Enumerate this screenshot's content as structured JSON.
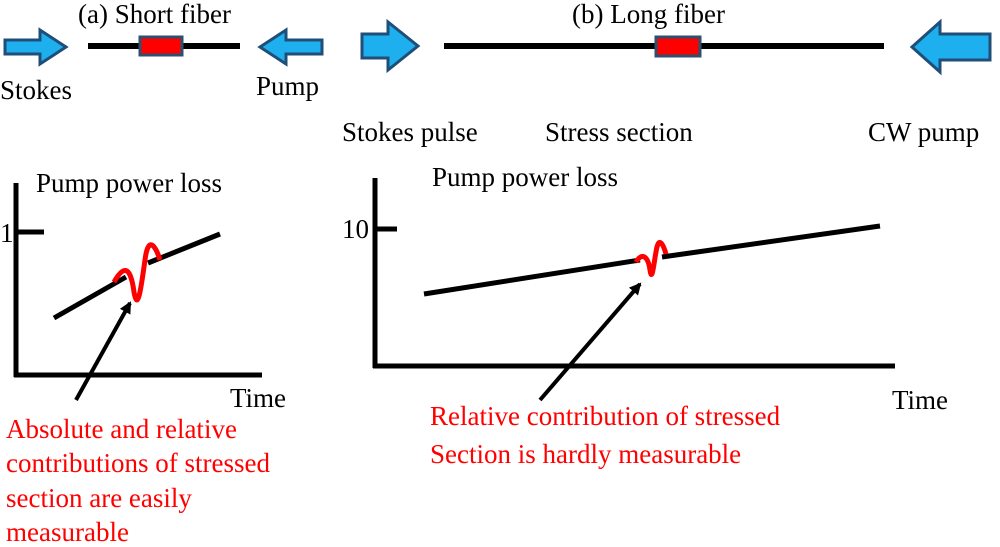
{
  "colors": {
    "arrow_fill": "#1EB0EE",
    "arrow_edge": "#1F4E79",
    "stress_fill": "#FF0000",
    "stress_edge": "#2F4F6F",
    "curve": "#FF0000",
    "line": "#000000",
    "note_text": "#FF0000"
  },
  "panel_a": {
    "title": "(a)  Short fiber",
    "stokes_label": "Stokes",
    "pump_label": "Pump",
    "ylabel": "Pump power loss",
    "y_tick": "1",
    "xlabel": "Time",
    "note": [
      "Absolute and relative",
      "contributions of stressed",
      "section are easily",
      "measurable"
    ]
  },
  "panel_b": {
    "title": "(b) Long fiber",
    "stokes_label": "Stokes pulse",
    "stress_label": "Stress section",
    "pump_label": "CW pump",
    "ylabel": "Pump power loss",
    "y_tick": "10",
    "xlabel": "Time",
    "note": [
      "Relative contribution of stressed",
      "Section is hardly measurable"
    ]
  }
}
